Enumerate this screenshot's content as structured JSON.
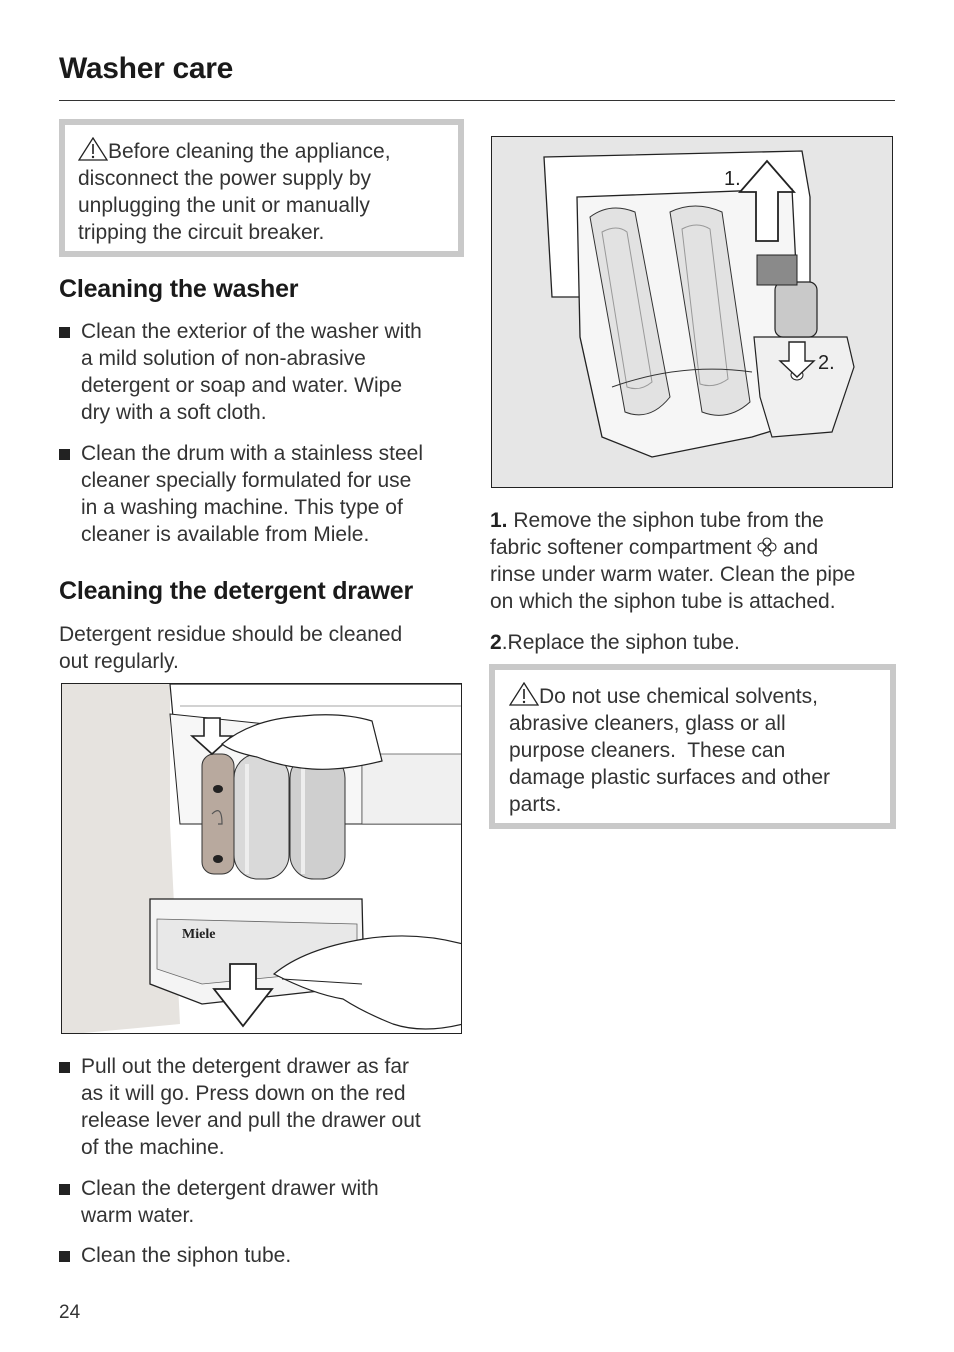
{
  "page": {
    "title": "Washer care",
    "page_number": "24"
  },
  "warning_top": {
    "icon": "warning-triangle-icon",
    "line1": "Before cleaning the appliance,",
    "line2": "disconnect the power supply by",
    "line3": "unplugging the unit or manually",
    "line4": "tripping the circuit breaker."
  },
  "cleaning_washer": {
    "heading": "Cleaning the washer",
    "bullets": [
      {
        "lines": [
          "Clean the exterior of the washer with",
          "a mild solution of non-abrasive",
          "detergent or soap and water. Wipe",
          "dry with a soft cloth."
        ]
      },
      {
        "lines": [
          "Clean the drum with a stainless steel",
          "cleaner specially formulated for use",
          "in a washing machine. This type of",
          "cleaner is available from Miele."
        ]
      }
    ]
  },
  "cleaning_drawer": {
    "heading": "Cleaning the detergent drawer",
    "intro_line1": "Detergent residue should be cleaned",
    "intro_line2": "out regularly.",
    "figure_brand": "Miele",
    "bullets": [
      {
        "lines": [
          "Pull out the detergent drawer as far",
          "as it will go. Press down on the red",
          "release lever and pull the drawer out",
          "of the machine."
        ]
      },
      {
        "lines": [
          "Clean the detergent drawer with",
          "warm water."
        ]
      },
      {
        "lines": [
          "Clean the siphon tube."
        ]
      }
    ]
  },
  "siphon_figure": {
    "label_1": "1.",
    "label_2": "2."
  },
  "steps": {
    "step1_num": "1.",
    "step1_line1": " Remove the siphon tube from the",
    "step1_line2a": "fabric softener compartment ",
    "step1_line2b": " and",
    "step1_line3": "rinse under warm water. Clean the pipe",
    "step1_line4": "on which the siphon tube is attached.",
    "step2_num": "2",
    "step2_text": ".Replace the siphon tube."
  },
  "warning_bottom": {
    "icon": "warning-triangle-icon",
    "line1": "Do not use chemical solvents,",
    "line2": "abrasive cleaners, glass or all",
    "line3": "purpose cleaners.  These can",
    "line4": "damage plastic surfaces and other",
    "line5": "parts."
  }
}
